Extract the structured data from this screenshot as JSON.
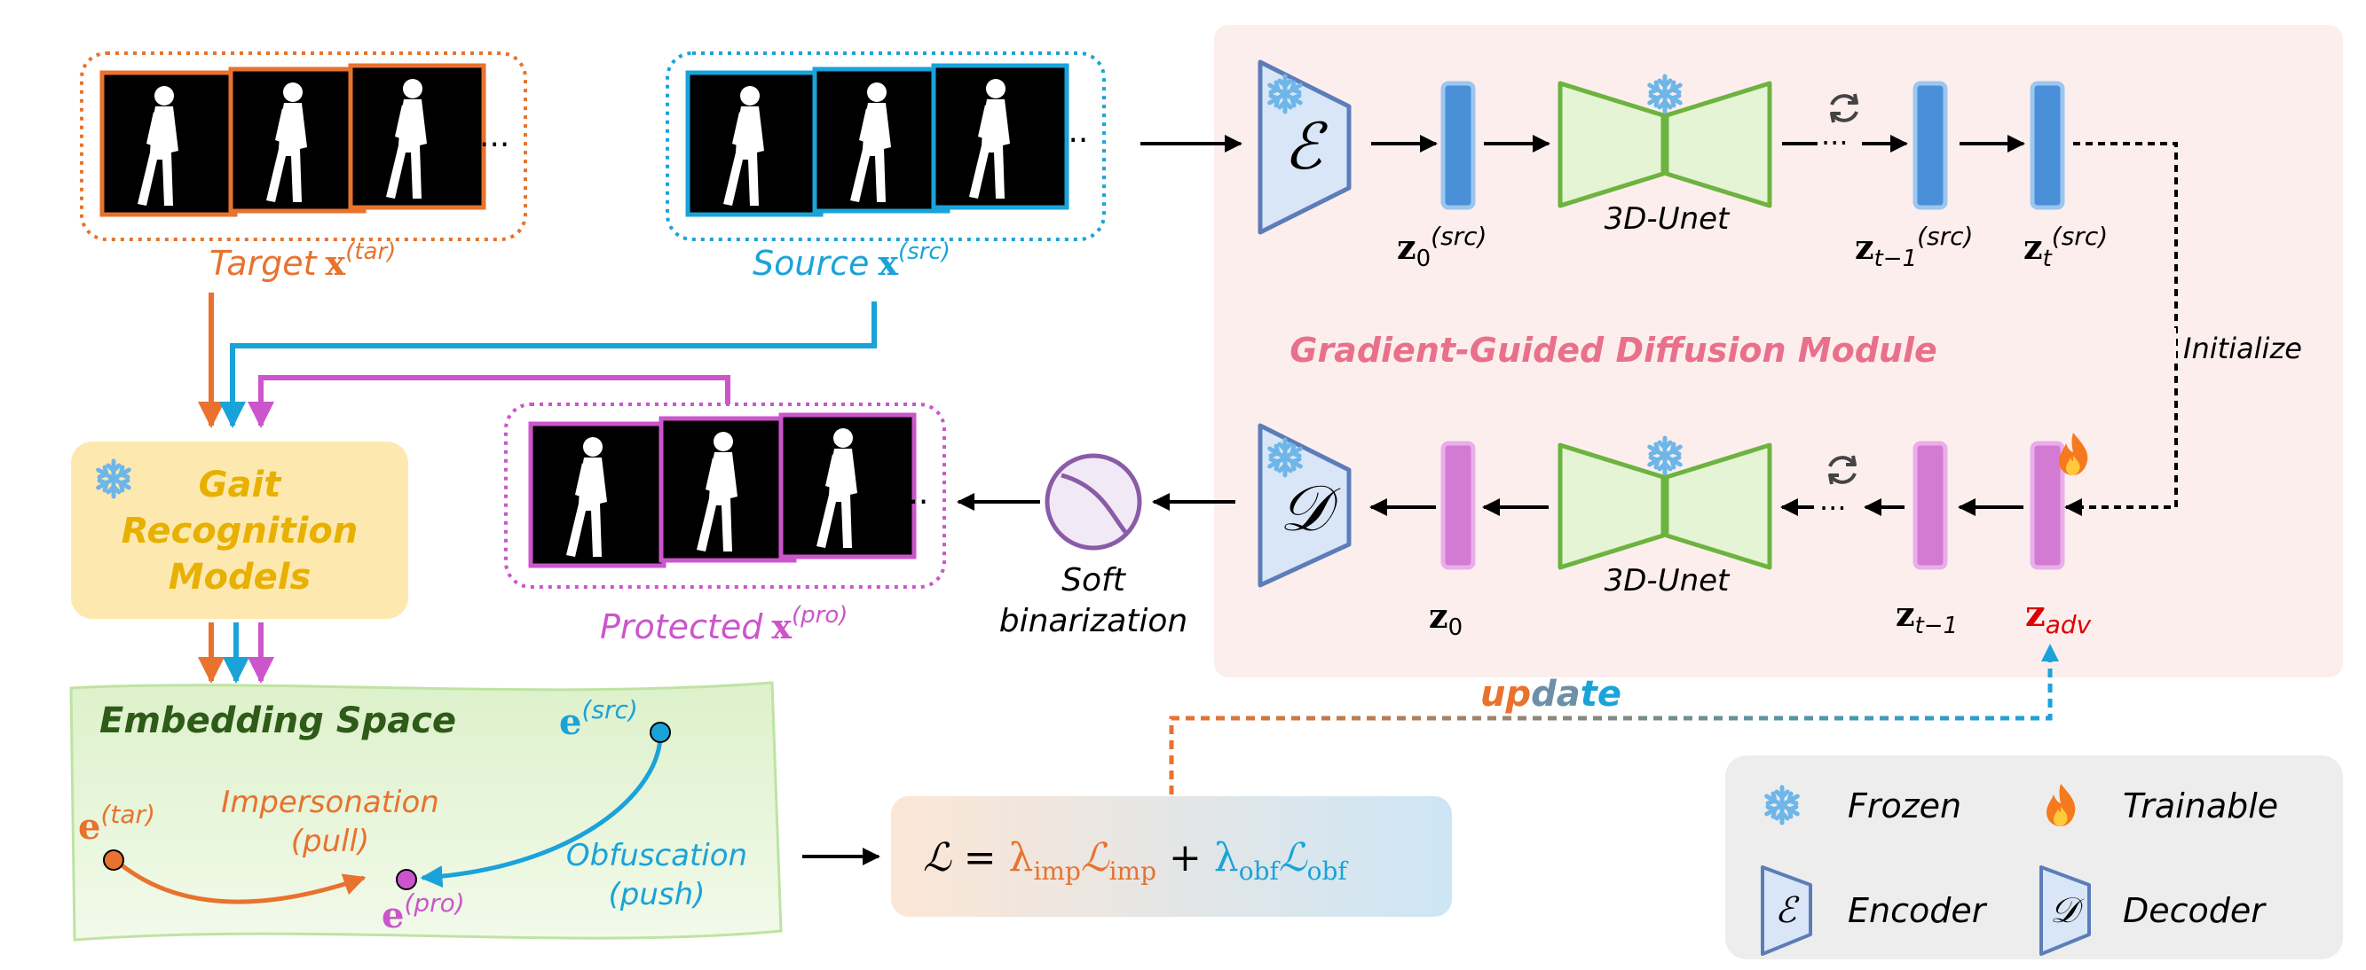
{
  "colors": {
    "orange": "#E8722E",
    "blue": "#1AA3D9",
    "magenta": "#CC55CC",
    "gold": "#E8B000",
    "pinkTitle": "#E8708A",
    "darkGreen": "#2E5B17",
    "red": "#E00000",
    "panelBg": "#FDEEEE",
    "legendBg": "#EDEDED",
    "gaitBox": "#FDE9B0",
    "embedBg": "#E6F5D6",
    "unet": "#E5F4D5",
    "unetStroke": "#6DB33F",
    "encoder": "#D9E6F7",
    "encoderStroke": "#5B7DB8",
    "latentBlue": "#4A90D9",
    "latentPink": "#D37AD3"
  },
  "labels": {
    "target_word": "Target",
    "target_sup": "(tar)",
    "source_word": "Source",
    "source_sup": "(src)",
    "protected_word": "Protected",
    "protected_sup": "(pro)",
    "bold_x": "x",
    "ellipsis": "···",
    "gait_line1": "Gait",
    "gait_line2": "Recognition",
    "gait_line3": "Models",
    "embedding_title": "Embedding Space",
    "e_letter": "e",
    "e_tar_sup": "(tar)",
    "e_src_sup": "(src)",
    "e_pro_sup": "(pro)",
    "impersonation": "Impersonation",
    "pull": "(pull)",
    "obfuscation": "Obfuscation",
    "push": "(push)",
    "soft1": "Soft",
    "soft2": "binarization",
    "module_title": "Gradient-Guided Diffusion Module",
    "unet": "3D-Unet",
    "encoder_symbol": "ℰ",
    "decoder_symbol": "𝒟",
    "z": "z",
    "z0_sub": "0",
    "zt1_sub": "t−1",
    "zt_sub": "t",
    "adv_sub": "adv",
    "src_sup": "(src)",
    "initialize": "Initialize",
    "update": "update",
    "loss_L": "ℒ",
    "loss_eq": " = ",
    "loss_lambda": "λ",
    "imp": "imp",
    "obf": "obf",
    "loss_plus": " + "
  },
  "legend": {
    "frozen": "Frozen",
    "trainable": "Trainable",
    "encoder": "Encoder",
    "decoder": "Decoder"
  }
}
